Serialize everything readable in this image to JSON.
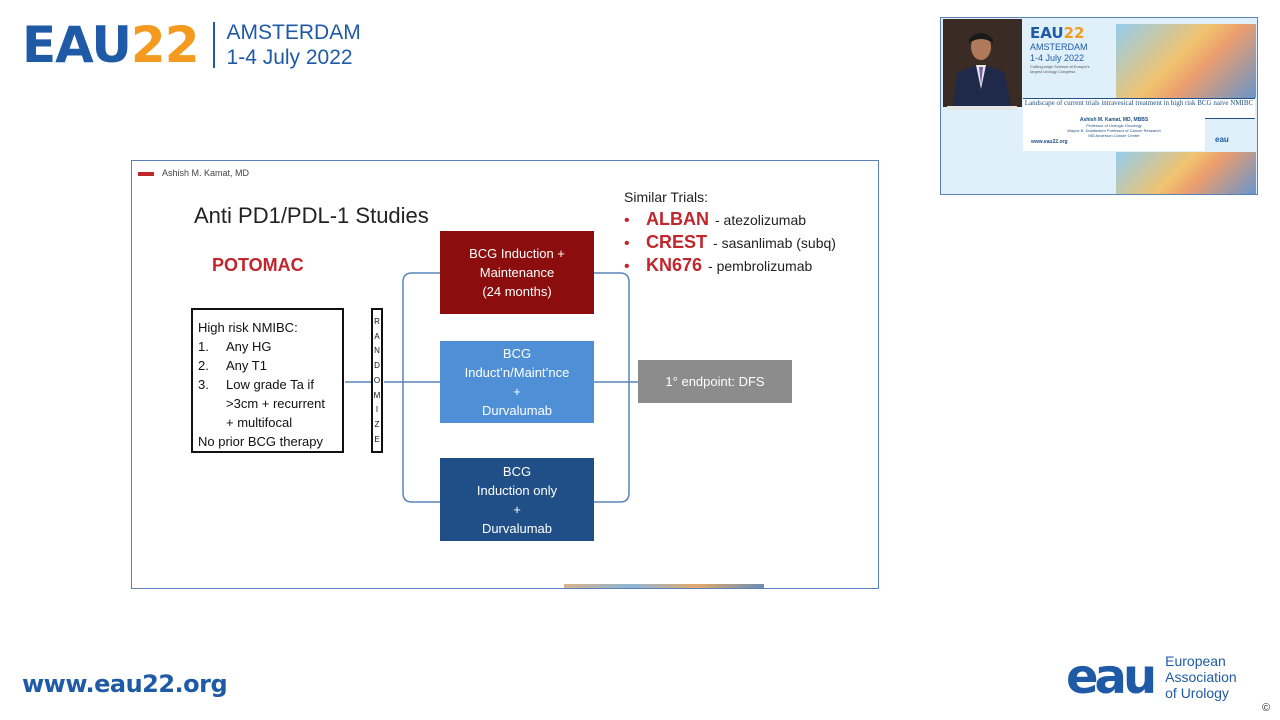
{
  "header": {
    "logo_main": "EAU",
    "logo_year": "22",
    "location": "AMSTERDAM",
    "dates": "1-4 July 2022"
  },
  "slide": {
    "author": "Ashish M. Kamat, MD",
    "title": "Anti PD1/PDL-1 Studies",
    "trial_name": "POTOMAC",
    "criteria": {
      "heading": "High risk NMIBC:",
      "items": [
        {
          "n": "1.",
          "text": "Any HG"
        },
        {
          "n": "2.",
          "text": "Any T1"
        },
        {
          "n": "3.",
          "text": "Low grade Ta if"
        }
      ],
      "cont1": ">3cm + recurrent",
      "cont2": "+ multifocal",
      "footer": "No prior BCG therapy"
    },
    "randomize_letters": [
      "R",
      "A",
      "N",
      "D",
      "O",
      "M",
      "I",
      "Z",
      "E"
    ],
    "arms": [
      {
        "lines": [
          "BCG Induction +",
          "Maintenance",
          "(24 months)"
        ]
      },
      {
        "lines": [
          "BCG",
          "Induct’n/Maint’nce",
          "+",
          "Durvalumab"
        ]
      },
      {
        "lines": [
          "BCG",
          "Induction only",
          "+",
          "Durvalumab"
        ]
      }
    ],
    "endpoint": "1° endpoint: DFS",
    "similar": {
      "heading": "Similar Trials:",
      "trials": [
        {
          "name": "ALBAN",
          "drug": "- atezolizumab"
        },
        {
          "name": "CREST",
          "drug": "- sasanlimab (subq)"
        },
        {
          "name": "KN676",
          "drug": "- pembrolizumab"
        }
      ]
    }
  },
  "video": {
    "brand": "EAU",
    "year": "22",
    "city": "AMSTERDAM",
    "dates": "1-4 July 2022",
    "tagline": "Cutting-edge Science at Europe's largest Urology Congress",
    "talk_title": "Landscape of current trials intravesical treatment in high risk BCG naive NMIBC",
    "presenter_name": "Ashish M. Kamat, MD, MBBS",
    "presenter_role1": "Professor of Urologic Oncology",
    "presenter_role2": "Wayne B. Duddlesten Professor of Cancer Research",
    "presenter_role3": "MD Anderson Cancer Center",
    "url": "www.eau22.org",
    "mini_logo": "eau"
  },
  "footer": {
    "url": "www.eau22.org",
    "org_mark": "eau",
    "org_line1": "European",
    "org_line2": "Association",
    "org_line3": "of Urology",
    "copyright": "©"
  }
}
